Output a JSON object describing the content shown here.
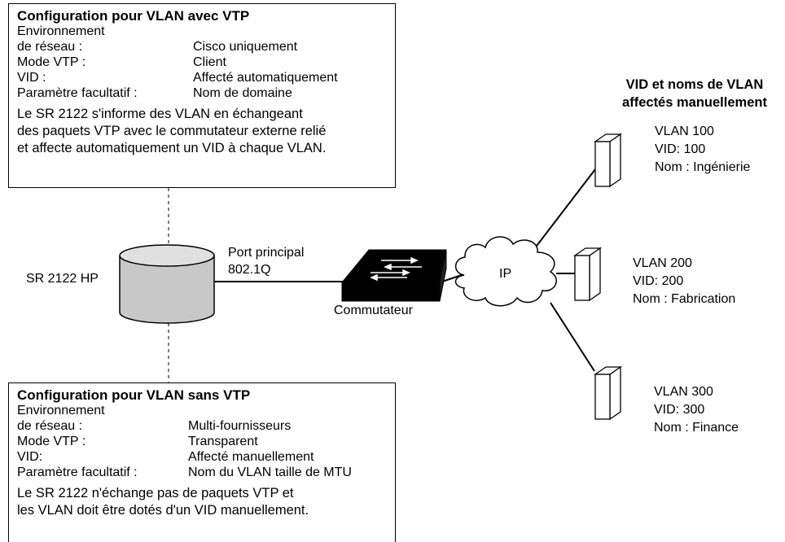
{
  "top_box": {
    "title": "Configuration pour VLAN avec VTP",
    "rows": [
      {
        "key": "Environnement",
        "value": ""
      },
      {
        "key": "de réseau :",
        "value": "Cisco uniquement"
      },
      {
        "key": "Mode VTP :",
        "value": "Client"
      },
      {
        "key": "VID :",
        "value": "Affecté automatiquement"
      },
      {
        "key": "Paramètre facultatif :",
        "value": "Nom de domaine"
      }
    ],
    "description": [
      "Le SR 2122 s'informe des VLAN en échangeant",
      "des paquets VTP avec le commutateur externe relié",
      "et affecte automatiquement un VID à chaque VLAN."
    ]
  },
  "bottom_box": {
    "title": "Configuration pour VLAN sans VTP",
    "rows": [
      {
        "key": "Environnement",
        "value": ""
      },
      {
        "key": "de réseau :",
        "value": "Multi-fournisseurs"
      },
      {
        "key": "Mode VTP :",
        "value": "Transparent"
      },
      {
        "key": "VID:",
        "value": "Affecté manuellement"
      },
      {
        "key": "Paramètre facultatif :",
        "value": "Nom du VLAN taille de MTU"
      }
    ],
    "description": [
      "Le SR 2122 n'échange pas de paquets VTP et",
      "les VLAN doit être dotés d'un VID manuellement."
    ]
  },
  "router_label": "SR 2122 HP",
  "port_label": [
    "Port principal",
    "802.1Q"
  ],
  "switch_label": "Commutateur",
  "cloud_label": "IP",
  "vlan_heading": [
    "VID et noms de VLAN",
    "affectés manuellement"
  ],
  "vlans": [
    {
      "name": "VLAN 100",
      "vid": "VID: 100",
      "label": "Nom : Ingénierie"
    },
    {
      "name": "VLAN 200",
      "vid": "VID: 200",
      "label": "Nom :  Fabrication"
    },
    {
      "name": "VLAN 300",
      "vid": "VID: 300",
      "label": "Nom :  Finance"
    }
  ]
}
